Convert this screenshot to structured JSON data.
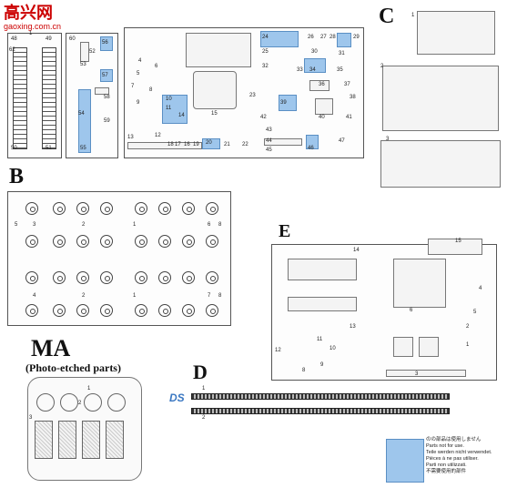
{
  "watermark": {
    "logo_text": "高兴网",
    "url": "gaoxing.com.cn"
  },
  "sprue_labels": {
    "c": "C",
    "b": "B",
    "e": "E",
    "ma": "MA",
    "d": "D"
  },
  "ma_subtitle": "(Photo-etched parts)",
  "d_logo": "DS",
  "notice": {
    "lines": [
      "のの部品は使用しません",
      "Parts not for use.",
      "Teile werden nicht verwendet.",
      "Pièces à ne pas utiliser.",
      "Parti non utilizzati.",
      "不需要使用的部件"
    ]
  },
  "colors": {
    "highlight": "#9ec6ec",
    "line": "#555555"
  },
  "part_numbers": {
    "left": [
      "48",
      "1",
      "49",
      "62",
      "50",
      "51",
      "60",
      "52",
      "53",
      "54",
      "55",
      "56",
      "57",
      "58",
      "59"
    ],
    "center": [
      "4",
      "5",
      "6",
      "7",
      "8",
      "9",
      "10",
      "11",
      "12",
      "13",
      "14",
      "15",
      "16",
      "17",
      "18",
      "19",
      "20",
      "21",
      "22",
      "23",
      "24",
      "25",
      "26",
      "27",
      "28",
      "29",
      "30",
      "31",
      "32",
      "33",
      "34",
      "35",
      "36",
      "37",
      "38",
      "39",
      "40",
      "41",
      "42",
      "43",
      "44",
      "45",
      "46",
      "47"
    ],
    "c": [
      "1",
      "2",
      "3"
    ],
    "b": [
      "5",
      "3",
      "2",
      "1",
      "6",
      "8",
      "4",
      "2",
      "1",
      "7",
      "8"
    ],
    "e": [
      "14",
      "15",
      "6",
      "4",
      "5",
      "11",
      "10",
      "12",
      "9",
      "8",
      "13",
      "3",
      "2",
      "1"
    ],
    "ma": [
      "1",
      "2",
      "3"
    ],
    "d": [
      "1",
      "2"
    ]
  }
}
